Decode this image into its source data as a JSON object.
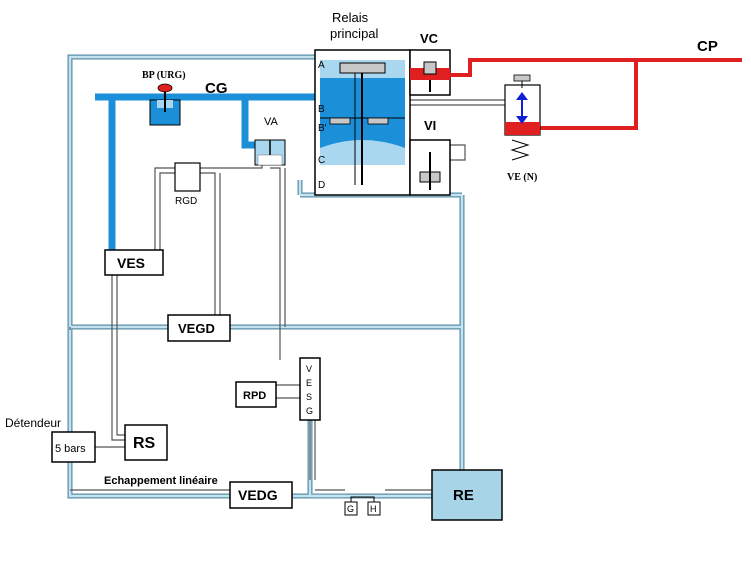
{
  "labels": {
    "relais_line1": "Relais",
    "relais_line2": "principal",
    "cp": "CP",
    "cg": "CG",
    "bp": "BP (URG)",
    "va": "VA",
    "rgd": "RGD",
    "ves": "VES",
    "vegd": "VEGD",
    "vesg": [
      "V",
      "E",
      "S",
      "G"
    ],
    "rpd": "RPD",
    "detendeur": "Détendeur",
    "five_bars": "5 bars",
    "rs": "RS",
    "echappement": "Echappement linéaire",
    "vedg": "VEDG",
    "re": "RE",
    "g": "G",
    "h": "H",
    "vc": "VC",
    "vi": "VI",
    "ve": "VE (N)",
    "chamber_a": "A",
    "chamber_b": "B",
    "chamber_b2": "B'",
    "chamber_c": "C",
    "chamber_d": "D"
  },
  "colors": {
    "pipe_blue": "#99CCDD",
    "pipe_dark": "#5A8FA8",
    "fluid_blue": "#1B8FD8",
    "light_blue": "#AAD7F0",
    "red": "#E02020",
    "box_fill": "#ffffff",
    "re_fill": "#A8D4E8",
    "grey": "#C8C8C8"
  }
}
